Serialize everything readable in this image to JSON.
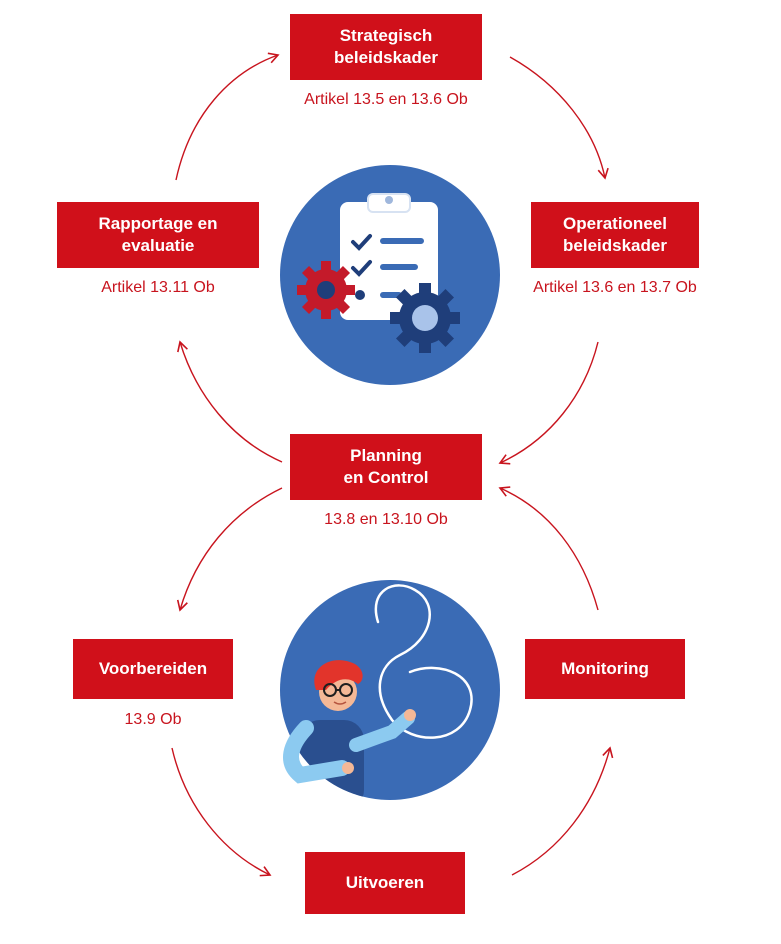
{
  "colors": {
    "accent_red": "#d0101a",
    "circle_blue": "#3a6bb5",
    "dark_navy": "#1f3e7a"
  },
  "nodes": {
    "strategisch": {
      "line1": "Strategisch",
      "line2": "beleidskader",
      "ref": "Artikel 13.5 en 13.6 Ob"
    },
    "operationeel": {
      "line1": "Operationeel",
      "line2": "beleidskader",
      "ref": "Artikel 13.6 en 13.7 Ob"
    },
    "rapportage": {
      "line1": "Rapportage en",
      "line2": "evaluatie",
      "ref": "Artikel 13.11 Ob"
    },
    "planning": {
      "line1": "Planning",
      "line2": "en Control",
      "ref": "13.8 en 13.10 Ob"
    },
    "voorbereiden": {
      "line1": "Voorbereiden",
      "ref": "13.9 Ob"
    },
    "monitoring": {
      "line1": "Monitoring"
    },
    "uitvoeren": {
      "line1": "Uitvoeren"
    }
  },
  "icons": {
    "top_illustration": "clipboard-checklist-gears-icon",
    "bottom_illustration": "person-drawing-eight-icon"
  }
}
